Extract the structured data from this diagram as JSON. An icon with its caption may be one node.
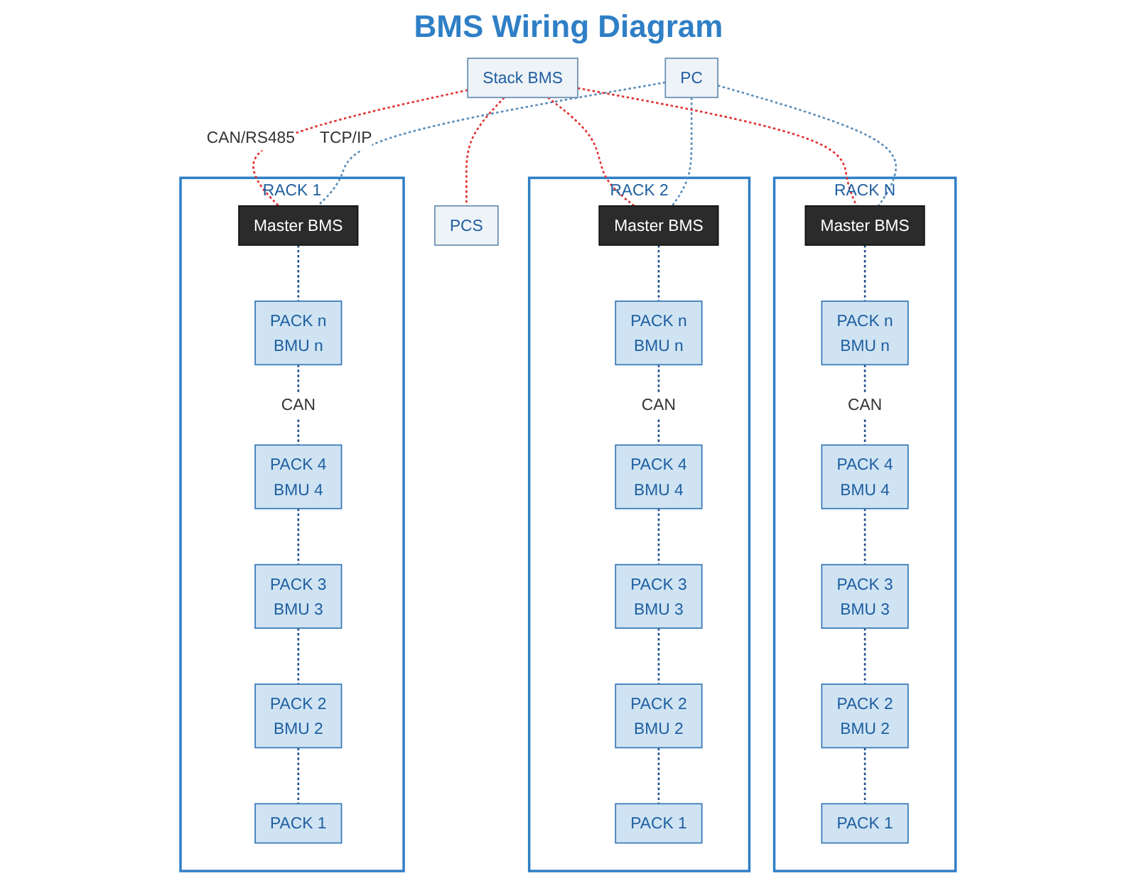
{
  "diagram": {
    "title": "BMS Wiring Diagram",
    "nodes": [
      {
        "text": [
          "PC"
        ]
      },
      {
        "text": [
          "Stack BMS"
        ]
      },
      {
        "text": [
          "PCS"
        ]
      },
      {
        "text": [
          "RACK 1"
        ]
      },
      {
        "text": [
          "Master BMS"
        ],
        "in": 3
      },
      {
        "text": [
          "PACK n",
          "BMU n"
        ],
        "in": 3
      },
      {
        "text": [
          "PACK 4",
          "BMU 4"
        ],
        "in": 3
      },
      {
        "text": [
          "PACK 3",
          "BMU 3"
        ],
        "in": 3
      },
      {
        "text": [
          "PACK 2",
          "BMU 2"
        ],
        "in": 3
      },
      {
        "text": [
          "PACK 1"
        ],
        "in": 3
      },
      {
        "text": [
          "RACK 2"
        ]
      },
      {
        "text": [
          "Master BMS"
        ],
        "in": 10
      },
      {
        "text": [
          "PACK n",
          "BMU n"
        ],
        "in": 10
      },
      {
        "text": [
          "PACK 4",
          "BMU 4"
        ],
        "in": 10
      },
      {
        "text": [
          "PACK 3",
          "BMU 3"
        ],
        "in": 10
      },
      {
        "text": [
          "PACK 2",
          "BMU 2"
        ],
        "in": 10
      },
      {
        "text": [
          "PACK 1"
        ],
        "in": 10
      },
      {
        "text": [
          "RACK N"
        ]
      },
      {
        "text": [
          "Master BMS"
        ],
        "in": 17
      },
      {
        "text": [
          "PACK n",
          "BMU n"
        ],
        "in": 17
      },
      {
        "text": [
          "PACK 4",
          "BMU 4"
        ],
        "in": 17
      },
      {
        "text": [
          "PACK 3",
          "BMU 3"
        ],
        "in": 17
      },
      {
        "text": [
          "PACK 2",
          "BMU 2"
        ],
        "in": 17
      },
      {
        "text": [
          "PACK 1"
        ],
        "in": 17
      }
    ],
    "edges": [
      {
        "from": 0,
        "to": 4,
        "arrow": "none",
        "style": "dashed",
        "color": "#5b8db8",
        "label": "TCP/IP"
      },
      {
        "from": 0,
        "to": 11,
        "arrow": "none",
        "style": "dashed",
        "color": "#5b8db8"
      },
      {
        "from": 0,
        "to": 18,
        "arrow": "none",
        "style": "dashed",
        "color": "#5b8db8"
      },
      {
        "from": 1,
        "to": 2,
        "arrow": "none",
        "style": "dashed",
        "color": "#e03030"
      },
      {
        "from": 1,
        "to": 4,
        "arrow": "none",
        "style": "dashed",
        "color": "#e03030",
        "label": "CAN/RS485"
      },
      {
        "from": 1,
        "to": 11,
        "arrow": "none",
        "style": "dashed",
        "color": "#e03030"
      },
      {
        "from": 1,
        "to": 18,
        "arrow": "none",
        "style": "dashed",
        "color": "#e03030"
      },
      {
        "from": 4,
        "to": 5,
        "arrow": "none",
        "style": "dashed"
      },
      {
        "from": 5,
        "to": 6,
        "arrow": "none",
        "style": "dashed",
        "label": "CAN"
      },
      {
        "from": 6,
        "to": 7,
        "arrow": "none",
        "style": "dashed"
      },
      {
        "from": 7,
        "to": 8,
        "arrow": "none",
        "style": "dashed"
      },
      {
        "from": 8,
        "to": 9,
        "arrow": "none",
        "style": "dashed"
      },
      {
        "from": 11,
        "to": 12,
        "arrow": "none",
        "style": "dashed"
      },
      {
        "from": 12,
        "to": 13,
        "arrow": "none",
        "style": "dashed",
        "label": "CAN"
      },
      {
        "from": 13,
        "to": 14,
        "arrow": "none",
        "style": "dashed"
      },
      {
        "from": 14,
        "to": 15,
        "arrow": "none",
        "style": "dashed"
      },
      {
        "from": 15,
        "to": 16,
        "arrow": "none",
        "style": "dashed"
      },
      {
        "from": 18,
        "to": 19,
        "arrow": "none",
        "style": "dashed"
      },
      {
        "from": 19,
        "to": 20,
        "arrow": "none",
        "style": "dashed",
        "label": "CAN"
      },
      {
        "from": 20,
        "to": 21,
        "arrow": "none",
        "style": "dashed"
      },
      {
        "from": 21,
        "to": 22,
        "arrow": "none",
        "style": "dashed"
      },
      {
        "from": 22,
        "to": 23,
        "arrow": "none",
        "style": "dashed"
      }
    ]
  }
}
